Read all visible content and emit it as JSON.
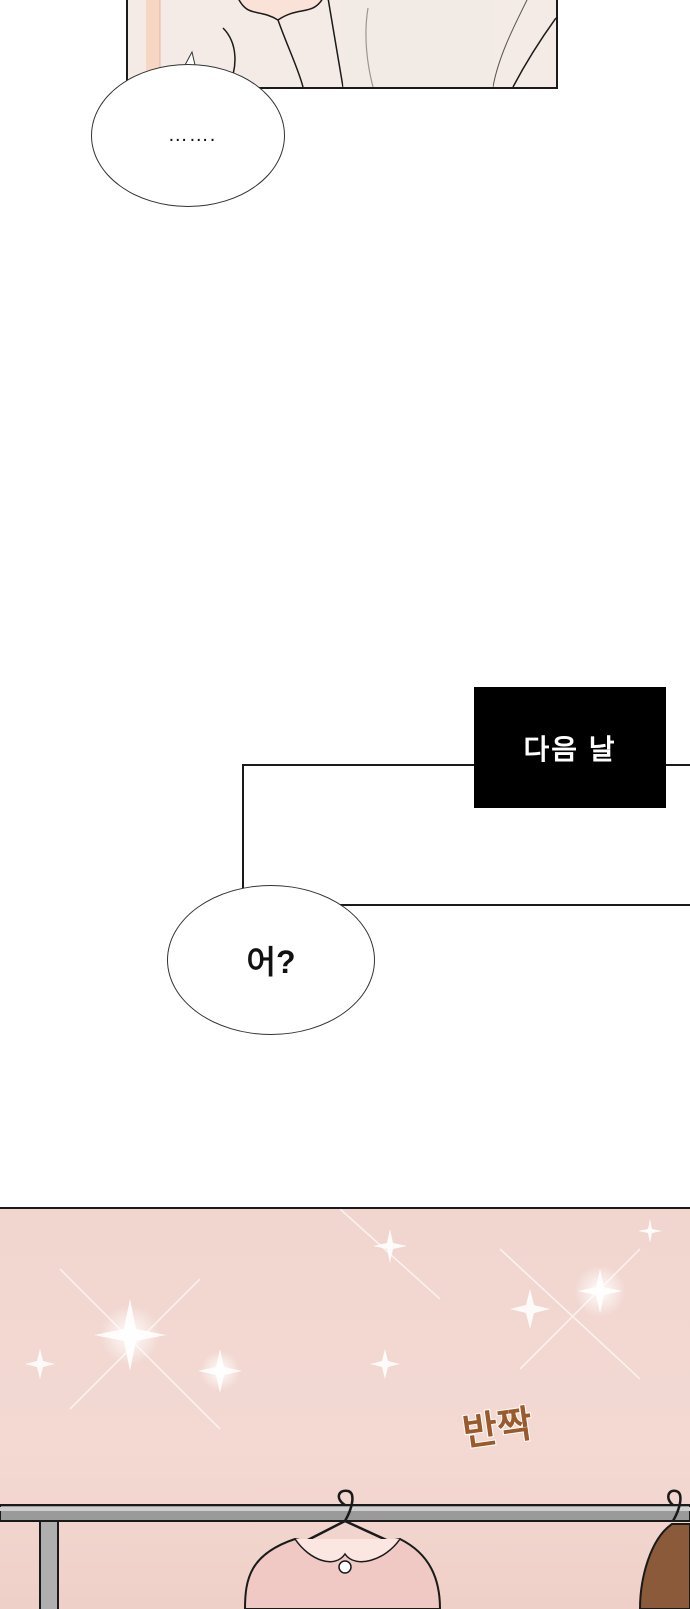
{
  "bubbles": {
    "ellipsis": "…….",
    "eo": "어?"
  },
  "caption": {
    "next_day": "다음 날"
  },
  "sfx": {
    "sparkle": "반짝"
  },
  "colors": {
    "ink": "#1a1a1a",
    "caption_bg": "#000000",
    "panel_pink": "#f1d6d0",
    "sfx_brown": "#9a5a2a"
  }
}
